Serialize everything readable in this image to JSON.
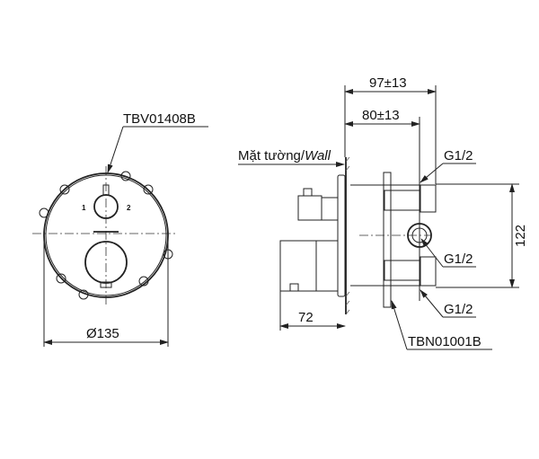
{
  "front_view": {
    "part_label": "TBV01408B",
    "diameter_label": "Ø135",
    "position_1": "1",
    "position_2": "2"
  },
  "side_view": {
    "wall_label_vi": "Mặt tường/",
    "wall_label_en": "Wall",
    "dim_overall": "97±13",
    "dim_body": "80±13",
    "dim_height": "122",
    "dim_handle": "72",
    "port_top": "G1/2",
    "port_middle": "G1/2",
    "port_bottom": "G1/2",
    "body_label": "TBN01001B"
  },
  "line_color": "#222222"
}
